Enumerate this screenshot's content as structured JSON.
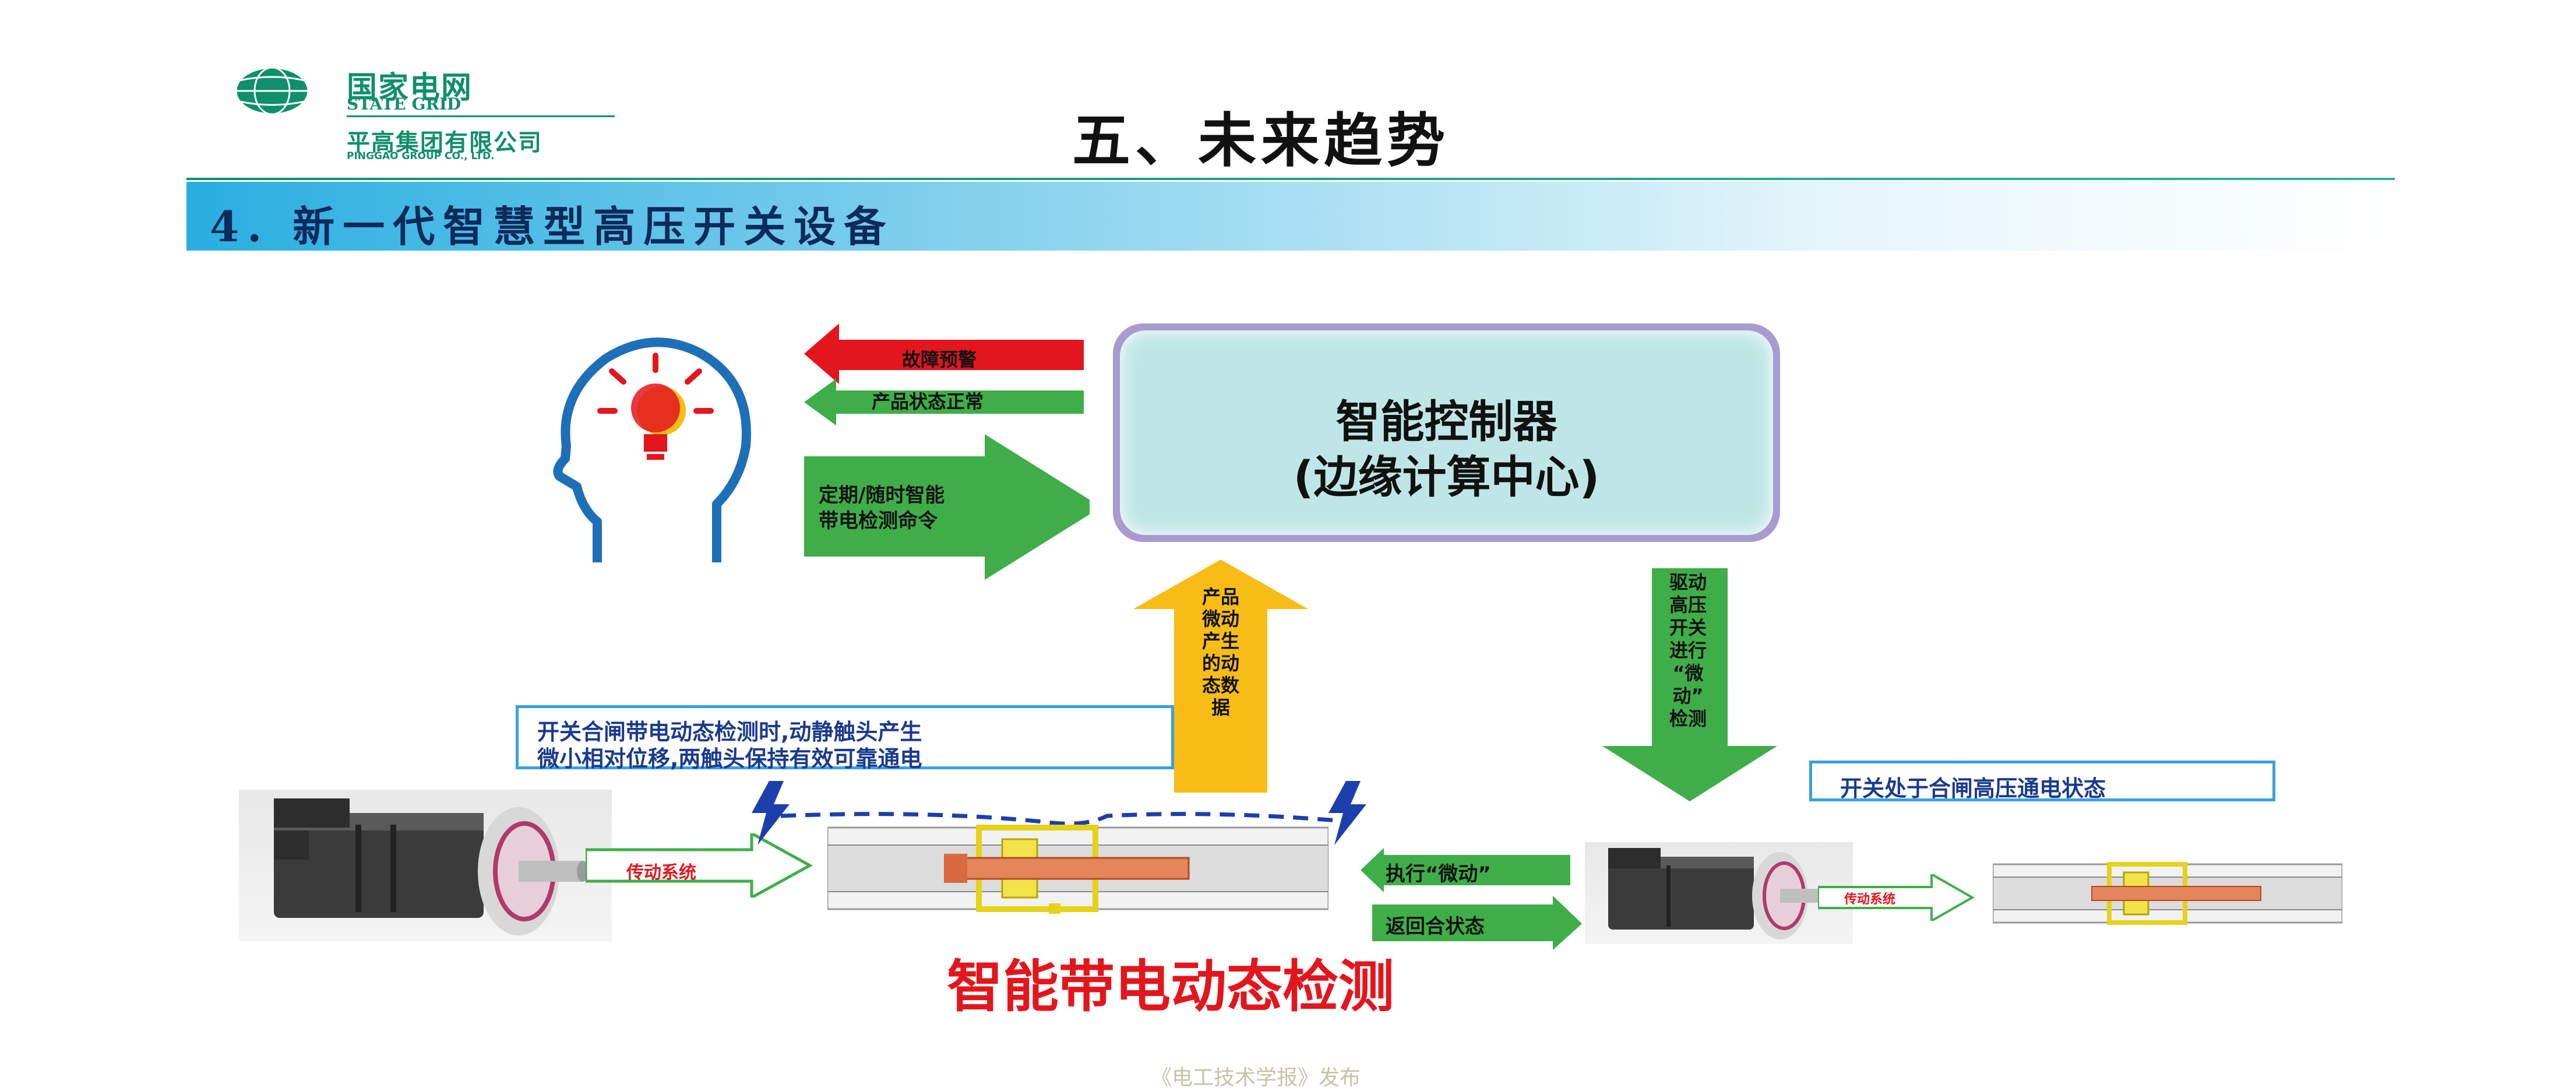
{
  "header": {
    "logo_cn": "国家电网",
    "logo_en": "STATE GRID",
    "company_cn": "平高集团有限公司",
    "company_en": "PINGGAO GROUP CO., LTD.",
    "page_title": "五、未来趋势"
  },
  "section_banner": "4. 新一代智慧型高压开关设备",
  "controller": {
    "line1": "智能控制器",
    "line2": "(边缘计算中心)"
  },
  "arrows": {
    "fault_warning": "故障预警",
    "status_normal": "产品状态正常",
    "command_line1": "定期/随时智能",
    "command_line2": "带电检测命令",
    "micro_data": [
      "产品",
      "微动",
      "产生",
      "的动",
      "态数",
      "据"
    ],
    "drive_switch": [
      "驱动",
      "高压",
      "开关",
      "进行",
      "“微",
      "动”",
      "检测"
    ],
    "transmission_left": "传动系统",
    "transmission_right": "传动系统",
    "execute_micro": "执行“微动”",
    "return_closed": "返回合状态"
  },
  "notes": {
    "detection_line1": "开关合闸带电动态检测时,动静触头产生",
    "detection_line2": "微小相对位移,两触头保持有效可靠通电",
    "closed_state": "开关处于合闸高压通电状态"
  },
  "main_caption": "智能带电动态检测",
  "footer_watermark": "《电工技术学报》发布",
  "colors": {
    "red": "#e3161d",
    "green": "#3fae49",
    "yellow": "#f7bd16",
    "blue_outline": "#1d70b8",
    "teal": "#0f8f6b",
    "banner_start": "#29aee0",
    "controller_fill": "#bfe6e6",
    "caption_red": "#e3161d"
  },
  "icons": [
    "state-grid-globe-icon",
    "head-lightbulb-icon",
    "lightning-icon",
    "servo-motor",
    "vacuum-interrupter"
  ]
}
